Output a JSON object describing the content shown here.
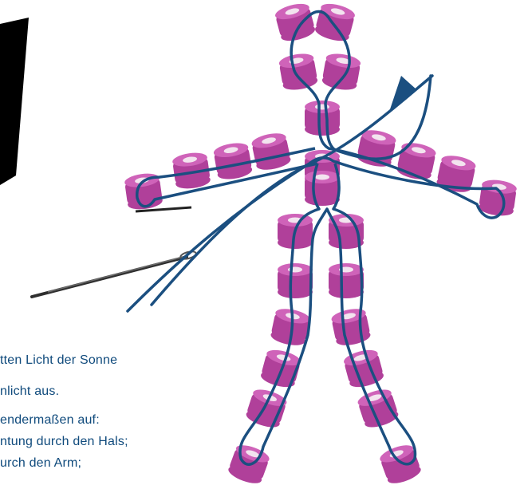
{
  "colors": {
    "bead": "#b0409a",
    "bead_highlight": "#cf63b9",
    "bead_hole": "#f3e4ef",
    "thread": "#1b4f80",
    "text": "#0f4a7c",
    "needle": "#3c3c3c",
    "black_sheet": "#000000"
  },
  "text_lines": [
    "tten Licht der Sonne",
    "nlicht aus.",
    "endermaßen auf:",
    "ntung durch den Hals;",
    "urch den Arm;"
  ],
  "icons": [
    "needle-icon",
    "arrow-icon"
  ]
}
